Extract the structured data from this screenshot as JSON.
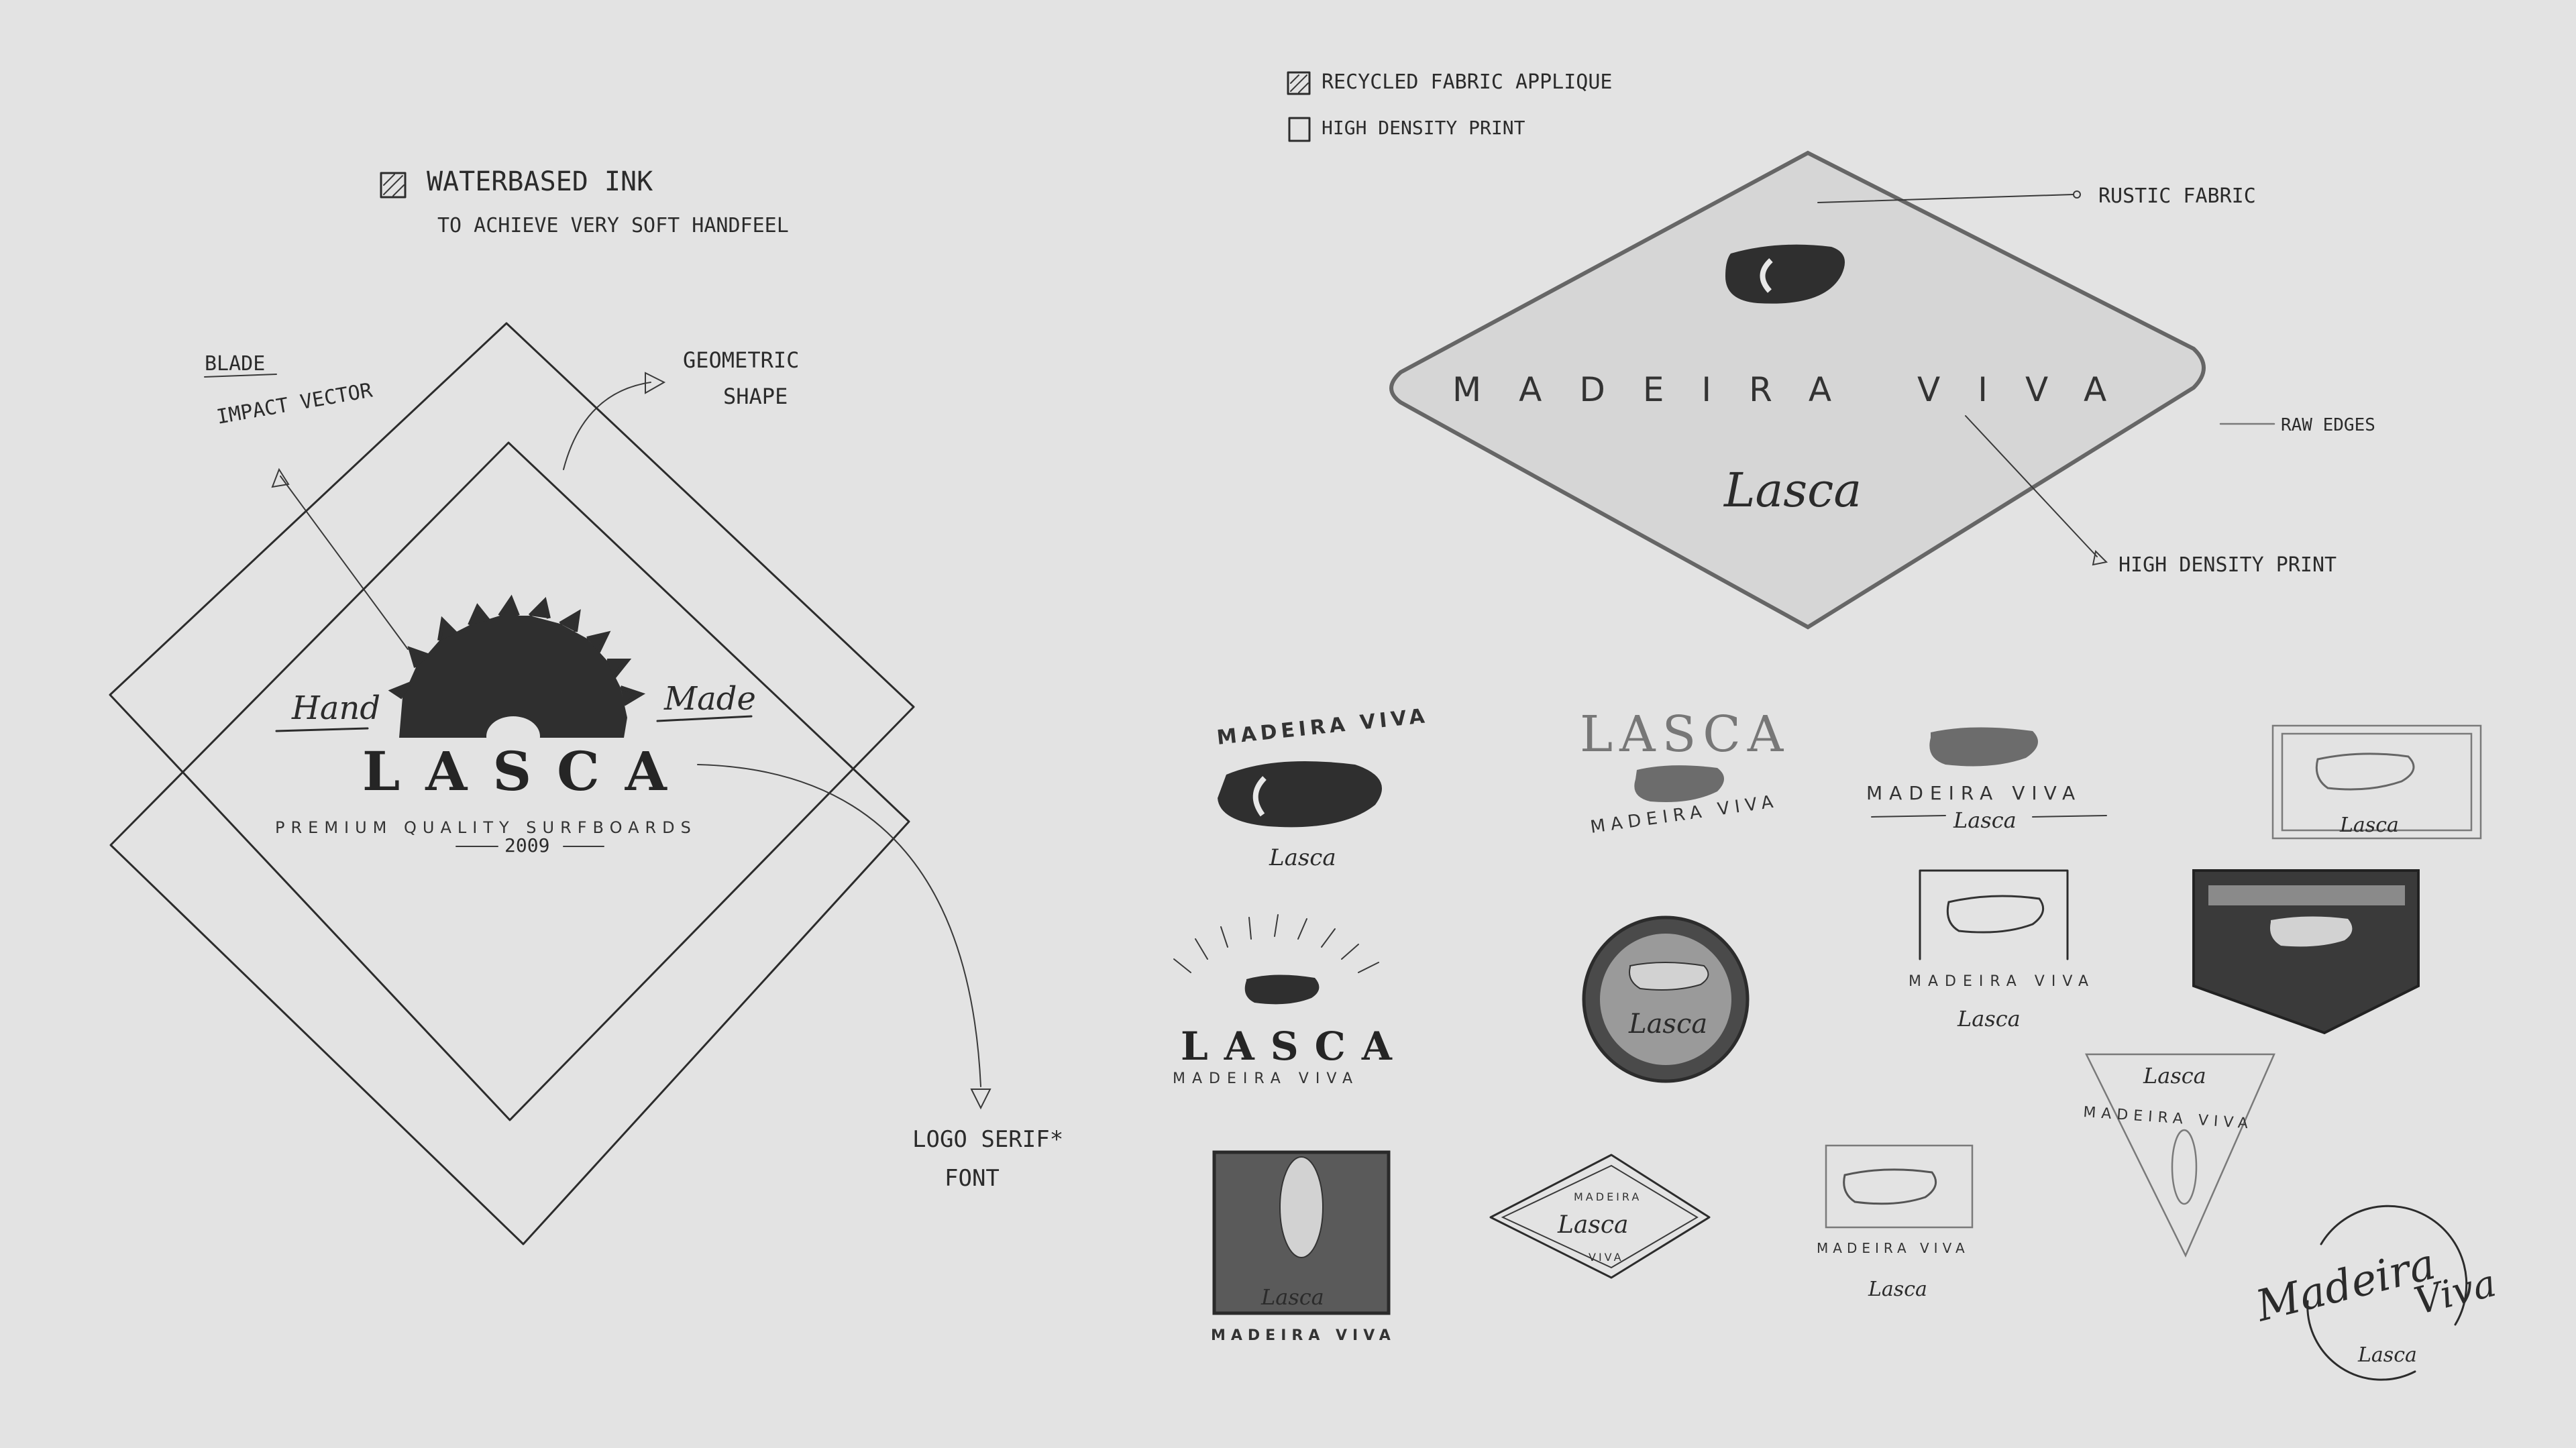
{
  "notes": {
    "waterbased_ink": "WATERBASED INK",
    "soft_handfeel": "TO ACHIEVE VERY SOFT HANDFEEL",
    "blade": "BLADE",
    "impact_vector": "IMPACT VECTOR",
    "geometric": "GEOMETRIC",
    "shape": "SHAPE",
    "logo_serif": "LOGO SERIF*",
    "font": "FONT",
    "recycled_fabric": "RECYCLED FABRIC APPLIQUE",
    "high_density_print": "HIGH DENSITY PRINT",
    "rustic_fabric": "RUSTIC FABRIC",
    "raw_edges": "RAW EDGES",
    "high_density_print_2": "HIGH DENSITY PRINT"
  },
  "main_logo": {
    "hand": "Hand",
    "made": "Made",
    "brand": "LASCA",
    "tagline": "PREMIUM QUALITY SURFBOARDS",
    "year": "2009"
  },
  "patch": {
    "title": "MADEIRA VIVA",
    "script": "Lasca"
  },
  "variants": {
    "madeira_viva": "MADEIRA VIVA",
    "lasca_script": "Lasca",
    "lasca": "LASCA",
    "madeira_script": "Madeira",
    "viva_script": "Viva",
    "madeira_small": "MADEIRA",
    "viva_small": "VIVA"
  }
}
